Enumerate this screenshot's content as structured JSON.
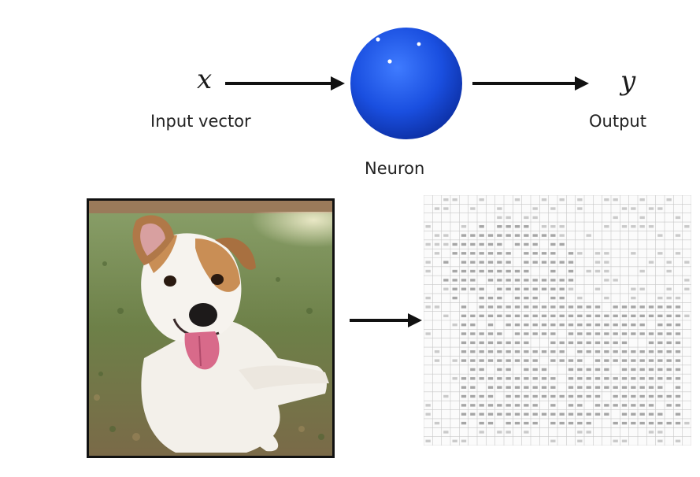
{
  "neuron_diagram": {
    "input_symbol": "x",
    "input_label": "Input vector",
    "neuron_label": "Neuron",
    "output_symbol": "y",
    "output_label": "Output",
    "neuron_color": "#1a4fe0"
  },
  "image_example": {
    "photo_subject_icon": "dog-photo",
    "pixel_grid_icon": "pixel-value-grid"
  },
  "colors": {
    "arrow": "#111111",
    "frame": "#111111",
    "grid_line": "#c8c8c8",
    "grid_text": "#9a9a9a"
  }
}
